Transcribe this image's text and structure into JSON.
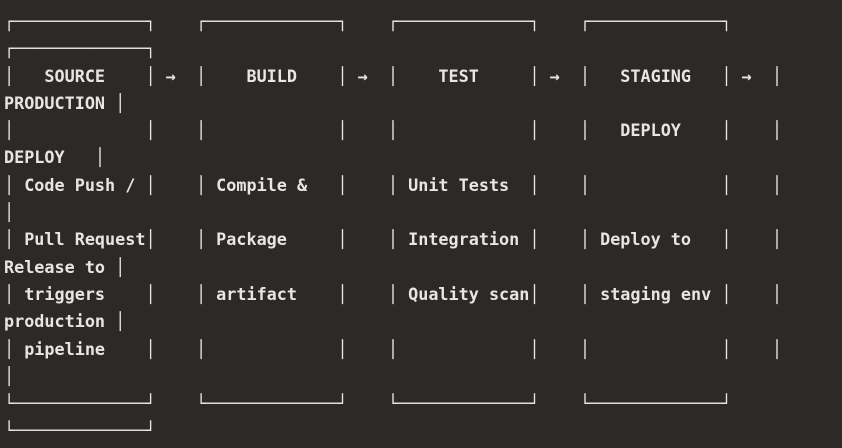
{
  "colors": {
    "background": "#2b2a28",
    "text": "#e8e6e1"
  },
  "pipeline": {
    "arrow": "→",
    "stages": [
      {
        "label": "SOURCE",
        "description_lines": [
          "Code Push /",
          "Pull Request",
          "triggers",
          "pipeline"
        ]
      },
      {
        "label": "BUILD",
        "description_lines": [
          "Compile &",
          "Package",
          "artifact"
        ]
      },
      {
        "label": "TEST",
        "description_lines": [
          "Unit Tests",
          "Integration",
          "Quality scan"
        ]
      },
      {
        "label": "STAGING DEPLOY",
        "description_lines": [
          "Deploy to",
          "staging env"
        ]
      },
      {
        "label": "PRODUCTION DEPLOY",
        "description_lines": [
          "Release to",
          "production"
        ]
      }
    ]
  },
  "ascii": {
    "lines": [
      "┌─────────────┐    ┌─────────────┐    ┌─────────────┐    ┌─────────────┐",
      "┌─────────────┐",
      "│   SOURCE    │ →  │    BUILD    │ →  │    TEST     │ →  │   STAGING   │ →  │",
      "PRODUCTION │",
      "│             │    │             │    │             │    │   DEPLOY    │    │",
      "DEPLOY   │",
      "│ Code Push / │    │ Compile &   │    │ Unit Tests  │    │             │    │",
      "│",
      "│ Pull Request│    │ Package     │    │ Integration │    │ Deploy to   │    │",
      "Release to │",
      "│ triggers    │    │ artifact    │    │ Quality scan│    │ staging env │    │",
      "production │",
      "│ pipeline    │    │             │    │             │    │             │    │",
      "│",
      "└─────────────┘    └─────────────┘    └─────────────┘    └─────────────┘",
      "└─────────────┘"
    ]
  }
}
